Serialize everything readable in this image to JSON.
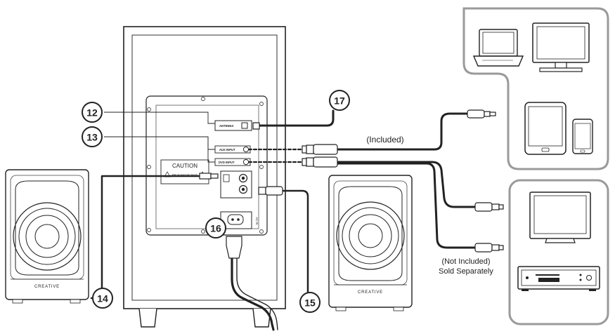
{
  "callouts": {
    "c12": "12",
    "c13": "13",
    "c14": "14",
    "c15": "15",
    "c16": "16",
    "c17": "17"
  },
  "panel": {
    "antenna_label": "ANTENNA",
    "aux_label": "AUX INPUT",
    "dvd_label": "DVD INPUT",
    "caution_title": "CAUTION",
    "caution_text": "RISK OF ELECTRIC SHOCK",
    "ac_label": "AC IN"
  },
  "captions": {
    "included": "(Included)",
    "not_included": "(Not Included)",
    "sold_separately": "Sold Separately"
  },
  "speakers": {
    "left_brand": "CREATIVE",
    "right_brand": "CREATIVE"
  },
  "devices": {
    "laptop": "laptop-icon",
    "monitor": "monitor-icon",
    "tablet": "tablet-icon",
    "phone": "phone-icon",
    "tv": "tv-icon",
    "dvd_player": "dvd-player-icon"
  },
  "colors": {
    "line": "#222222",
    "group_border": "#9a9a9a",
    "panel_fill": "#ffffff"
  }
}
